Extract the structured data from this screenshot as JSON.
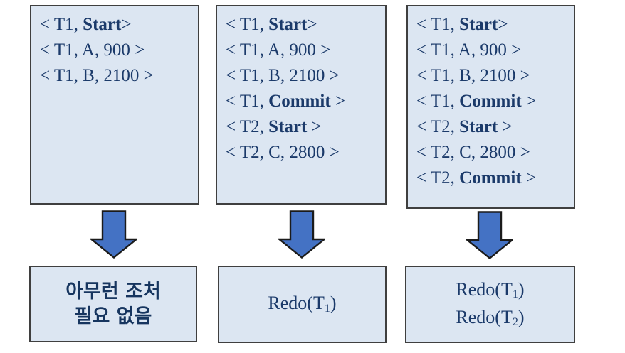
{
  "diagram_title": "recovery-log-redo-diagram",
  "colors": {
    "background": "#ffffff",
    "box_fill": "#dce6f2",
    "box_border": "#3f3f3f",
    "text": "#1b3a6a",
    "korean_text": "#16355f",
    "arrow_fill": "#4472c4",
    "arrow_outline": "#1b1b1b"
  },
  "columns": [
    {
      "log_lines": [
        [
          {
            "t": "< T1, "
          },
          {
            "t": "Start",
            "b": true
          },
          {
            "t": ">"
          }
        ],
        [
          {
            "t": "< T1, A, 900 >"
          }
        ],
        [
          {
            "t": "< T1, B, 2100 >"
          }
        ]
      ],
      "arrow_icon": "down-arrow-icon",
      "result": {
        "style": "korean-bold",
        "lines": [
          [
            {
              "t": "아무런 조처",
              "b": true
            }
          ],
          [
            {
              "t": "필요 없음",
              "b": true
            }
          ]
        ]
      }
    },
    {
      "log_lines": [
        [
          {
            "t": "< T1, "
          },
          {
            "t": "Start",
            "b": true
          },
          {
            "t": ">"
          }
        ],
        [
          {
            "t": "< T1, A, 900 >"
          }
        ],
        [
          {
            "t": "< T1, B, 2100 >"
          }
        ],
        [
          {
            "t": "< T1, "
          },
          {
            "t": "Commit",
            "b": true
          },
          {
            "t": " >"
          }
        ],
        [
          {
            "t": "< T2, "
          },
          {
            "t": "Start",
            "b": true
          },
          {
            "t": " >"
          }
        ],
        [
          {
            "t": "< T2, C, 2800 >"
          }
        ]
      ],
      "arrow_icon": "down-arrow-icon",
      "result": {
        "style": "serif",
        "lines": [
          [
            {
              "t": "Redo(T"
            },
            {
              "t": "1",
              "sub": true
            },
            {
              "t": ")"
            }
          ]
        ]
      }
    },
    {
      "log_lines": [
        [
          {
            "t": "< T1, "
          },
          {
            "t": "Start",
            "b": true
          },
          {
            "t": ">"
          }
        ],
        [
          {
            "t": "< T1, A, 900 >"
          }
        ],
        [
          {
            "t": "< T1, B, 2100 >"
          }
        ],
        [
          {
            "t": "< T1, "
          },
          {
            "t": "Commit",
            "b": true
          },
          {
            "t": " >"
          }
        ],
        [
          {
            "t": "< T2, "
          },
          {
            "t": "Start",
            "b": true
          },
          {
            "t": " >"
          }
        ],
        [
          {
            "t": "< T2, C, 2800 >"
          }
        ],
        [
          {
            "t": "< T2, "
          },
          {
            "t": "Commit",
            "b": true
          },
          {
            "t": " >"
          }
        ]
      ],
      "arrow_icon": "down-arrow-icon",
      "result": {
        "style": "serif",
        "lines": [
          [
            {
              "t": "Redo(T"
            },
            {
              "t": "1",
              "sub": true
            },
            {
              "t": ")"
            }
          ],
          [
            {
              "t": "Redo(T"
            },
            {
              "t": "2",
              "sub": true
            },
            {
              "t": ")"
            }
          ]
        ]
      }
    }
  ]
}
